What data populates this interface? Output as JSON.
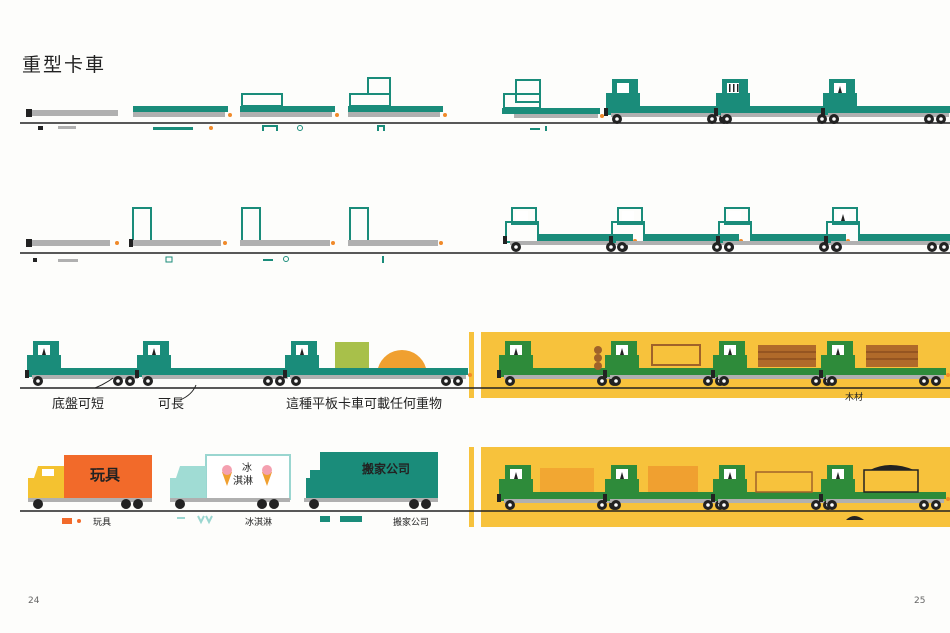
{
  "page": {
    "title": "重型卡車",
    "page_left": "24",
    "page_right": "25"
  },
  "captions": {
    "chassis": "底盤可短",
    "long": "可長",
    "flatbed": "這種平板卡車可載任何重物"
  },
  "cargo": {
    "toys": "玩具",
    "icecream_1": "冰",
    "icecream_2": "淇淋",
    "moving": "搬家公司"
  },
  "labels": {
    "toys": "玩具",
    "icecream": "冰淇淋",
    "moving": "搬家公司",
    "timber": "木材"
  },
  "colors": {
    "teal": "#1a8c7a",
    "green": "#2e8b3a",
    "orange": "#f08a2a",
    "yellow_panel": "#f7c23c",
    "gray": "#b0b0b0",
    "ink": "#222222"
  }
}
